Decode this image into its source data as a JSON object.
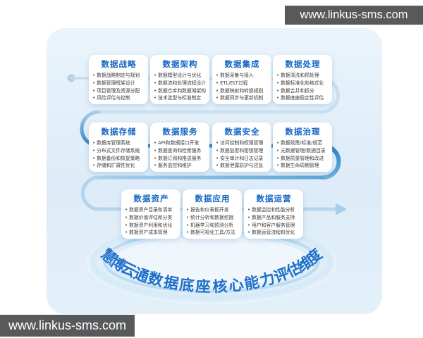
{
  "watermark": {
    "top_right": "www.linkus-sms.com",
    "bottom_left": "www.linkus-sms.com"
  },
  "arc_title": {
    "text": "慧博云通数据底座核心能力评估维度"
  },
  "colors": {
    "accent_blue": "#1565c4",
    "card_bg": "#ddecf8",
    "connector_dark": "#2e7fc1",
    "connector_light": "#c9e0f1",
    "watermark_bg": "#58595b"
  },
  "rows": [
    {
      "boxes": [
        {
          "title": "数据战略",
          "items": [
            "数据战略制定与规划",
            "数据管理框架设计",
            "项目管理及资源分配",
            "风险评估与控制"
          ]
        },
        {
          "title": "数据架构",
          "items": [
            "数据模型设计与优化",
            "数据流和处理流程设计",
            "数据仓库和数据湖架构",
            "技术选型与标准制定"
          ]
        },
        {
          "title": "数据集成",
          "items": [
            "数据采集与接入",
            "ETL/ELT过程",
            "数据映射和转换规则",
            "数据同步与更新机制"
          ]
        },
        {
          "title": "数据处理",
          "items": [
            "数据清洗和预处理",
            "数据标准化和格式化",
            "数据合并和拆分",
            "数据底座稳定性评估"
          ]
        }
      ]
    },
    {
      "boxes": [
        {
          "title": "数据存储",
          "items": [
            "数据库管理系统",
            "分布式文件存储系统",
            "数据备份和恢复策略",
            "存储和扩展性优化"
          ]
        },
        {
          "title": "数据服务",
          "items": [
            "API和数据接口开发",
            "数据查询和检索服务",
            "数据订阅和推送服务",
            "服务监控和维护"
          ]
        },
        {
          "title": "数据安全",
          "items": [
            "访问控制和权限管理",
            "数据加密和密钥管理",
            "安全审计和日志记录",
            "数据泄露防护与应急"
          ]
        },
        {
          "title": "数据治理",
          "items": [
            "数据政策/标准/规范",
            "元数据管理/数据目录",
            "数据质量管理和改进",
            "数据生命周期管理"
          ]
        }
      ]
    },
    {
      "boxes": [
        {
          "title": "数据资产",
          "items": [
            "数据资产目录和清单",
            "数据价值评估和分类",
            "数据资产利用和优化",
            "数据资产成本管理"
          ]
        },
        {
          "title": "数据应用",
          "items": [
            "报告和仪表板开发",
            "统计分析和数据挖掘",
            "机器学习和预测分析",
            "数据可视化工具/方法"
          ]
        },
        {
          "title": "数据运营",
          "items": [
            "数据监控和性能分析",
            "数据产品和服务支持",
            "用户和客户服务管理",
            "数据运营流程和优化"
          ]
        }
      ]
    }
  ]
}
